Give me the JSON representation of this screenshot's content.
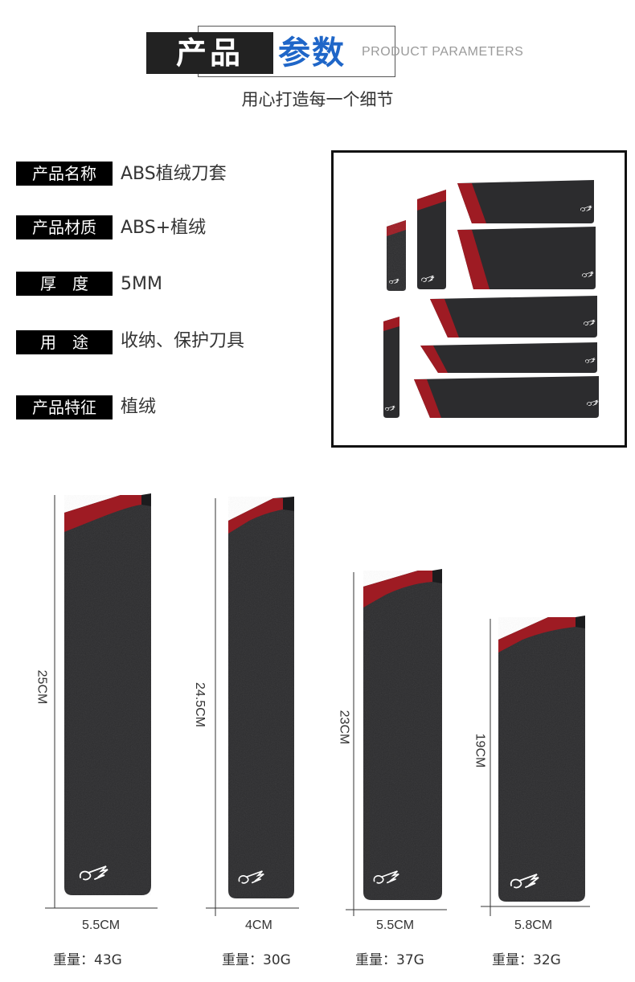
{
  "header": {
    "title_dark": "产品",
    "title_blue": "参数",
    "title_en": "PRODUCT PARAMETERS",
    "subtitle": "用心打造每一个细节"
  },
  "params": [
    {
      "label": "产品名称",
      "value": "ABS植绒刀套"
    },
    {
      "label": "产品材质",
      "value": "ABS+植绒"
    },
    {
      "label": "厚　度",
      "value": "5MM"
    },
    {
      "label": "用　途",
      "value": "收纳、保护刀具"
    },
    {
      "label": "产品特征",
      "value": "植绒"
    }
  ],
  "sheaths": [
    {
      "length": "25CM",
      "width": "5.5CM",
      "weight": "重量：43G"
    },
    {
      "length": "24.5CM",
      "width": "4CM",
      "weight": "重量：30G"
    },
    {
      "length": "23CM",
      "width": "5.5CM",
      "weight": "重量：37G"
    },
    {
      "length": "19CM",
      "width": "5.8CM",
      "weight": "重量：32G"
    }
  ],
  "colors": {
    "sheath": "#2c2c2e",
    "felt": "#9e1b23",
    "accent_blue": "#1f66c8",
    "label_bg": "#000000"
  }
}
